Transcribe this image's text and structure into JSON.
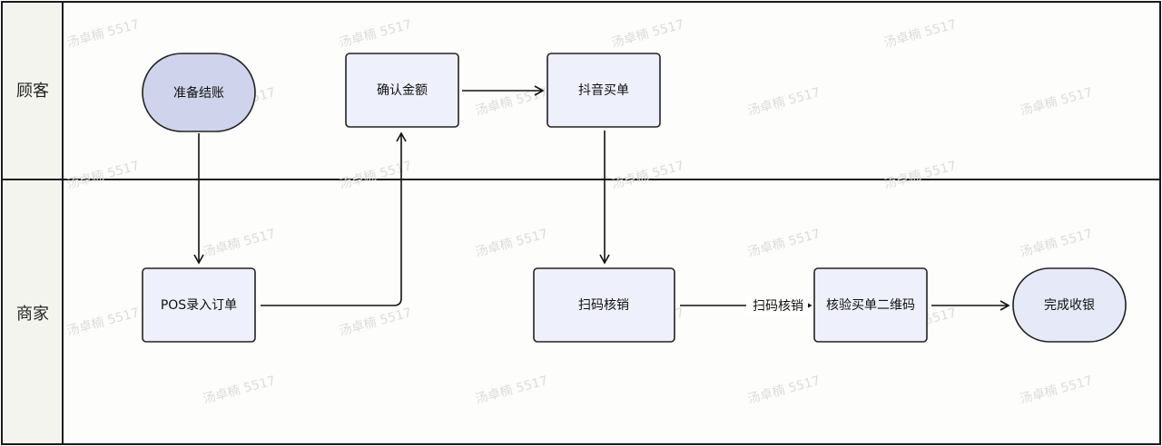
{
  "lanes": {
    "customer": "顾客",
    "merchant": "商家"
  },
  "nodes": {
    "prepare_checkout": "准备结账",
    "confirm_amount": "确认金额",
    "douyin_pay": "抖音买单",
    "pos_entry": "POS录入订单",
    "scan_writeoff": "扫码核销",
    "verify_qr": "核验买单二维码",
    "finish_checkout": "完成收银"
  },
  "edge_labels": {
    "scan_writeoff": "扫码核销"
  },
  "watermark": "汤卓楠 5517"
}
